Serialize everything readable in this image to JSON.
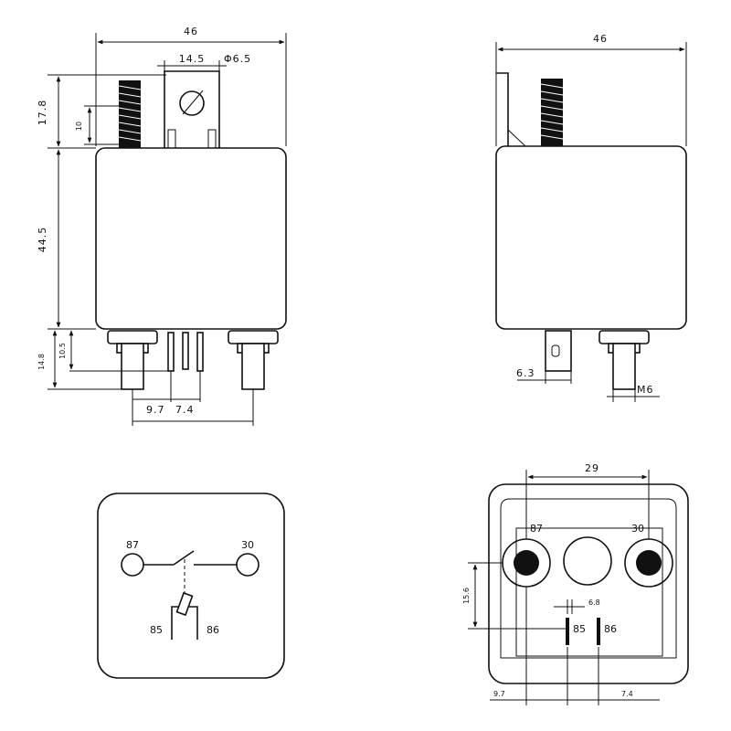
{
  "front_view": {
    "width": "46",
    "tab_spacing": "14.5",
    "hole_diameter": "Φ6.5",
    "top_height": "17.8",
    "thread_height": "10",
    "body_height": "44.5",
    "pin_height": "14.8",
    "pin_short_height": "10.5",
    "pin_pitch_a": "9.7",
    "pin_pitch_b": "7.4"
  },
  "side_view": {
    "width": "46",
    "tab_width": "6.3",
    "stud_thread": "M6"
  },
  "schematic": {
    "terminal_87": "87",
    "terminal_30": "30",
    "terminal_85": "85",
    "terminal_86": "86"
  },
  "bottom_view": {
    "stud_spacing": "29",
    "terminal_87": "87",
    "terminal_30": "30",
    "terminal_85": "85",
    "terminal_86": "86",
    "height_offset": "15.6",
    "coil_pin_gap": "6.8",
    "pitch_a": "9.7",
    "pitch_b": "7.4"
  }
}
